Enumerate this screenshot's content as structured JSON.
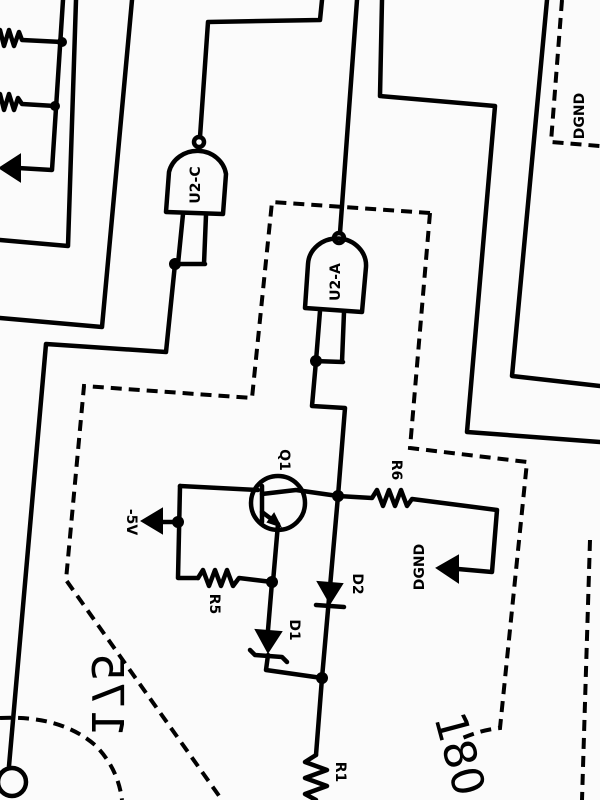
{
  "labels": {
    "u2c": "U2-C",
    "u2a": "U2-A",
    "q1": "Q1",
    "r6": "R6",
    "neg5v": "-5V",
    "dgnd_mid": "DGND",
    "dgnd_top": "DGND",
    "r5": "R5",
    "d1": "D1",
    "d2": "D2",
    "r1": "R1",
    "note_left": "175",
    "note_right": "180"
  }
}
